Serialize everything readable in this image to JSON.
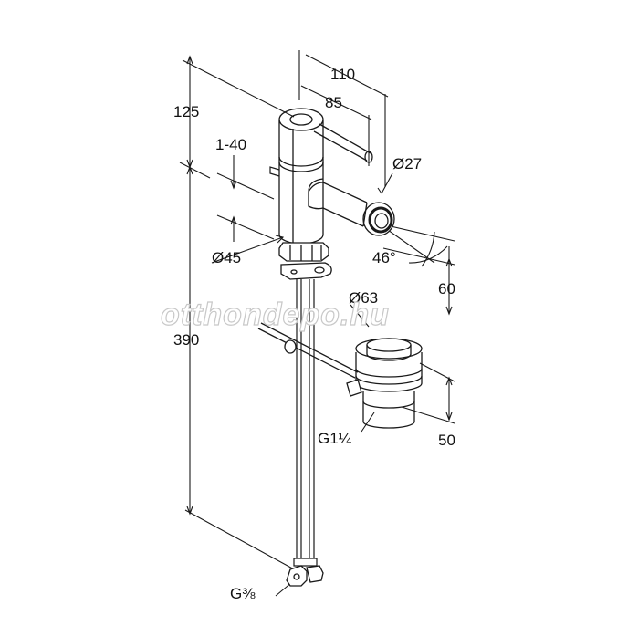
{
  "watermark": "otthondepo.hu",
  "dimensions": {
    "d125": "125",
    "d110": "110",
    "d85": "85",
    "d1_40": "1-40",
    "d27": "Ø27",
    "d45": "Ø45",
    "d46": "46°",
    "d60": "60",
    "d63": "Ø63",
    "d390": "390",
    "g114": "G1¼",
    "d50": "50",
    "g38": "G⅜"
  },
  "colors": {
    "line": "#1a1a1a",
    "watermark_stroke": "#c8c8c8"
  }
}
